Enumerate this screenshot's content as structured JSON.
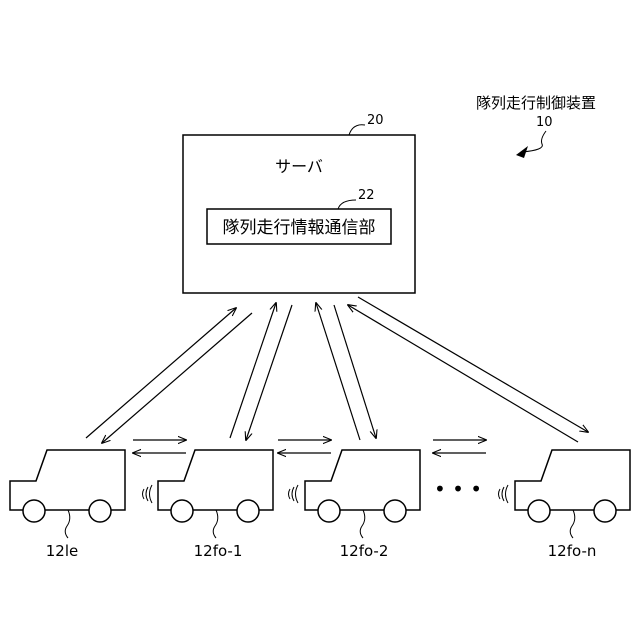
{
  "system": {
    "title": "隊列走行制御装置",
    "ref": "10"
  },
  "server": {
    "title": "サーバ",
    "ref": "20",
    "unit": {
      "title": "隊列走行情報通信部",
      "ref": "22"
    }
  },
  "vehicles": [
    {
      "label": "12le"
    },
    {
      "label": "12fo-1"
    },
    {
      "label": "12fo-2"
    },
    {
      "label": "12fo-n"
    }
  ],
  "ellipsis": "• • •"
}
